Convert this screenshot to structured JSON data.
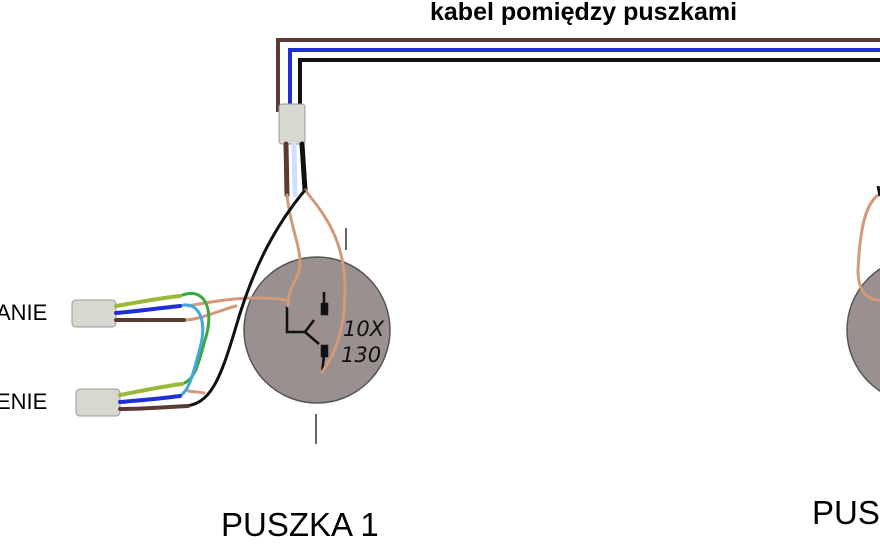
{
  "diagram": {
    "title": "kabel pomiędzy puszkami",
    "cable_top_label": "ANIE",
    "cable_bottom_label": "ENIE",
    "box1_label": "PUSZKA 1",
    "box2_label": "PUS",
    "switch_marking_line1": "10X",
    "switch_marking_line2": "130"
  },
  "colors": {
    "background": "#ffffff",
    "wire_brown": "#5a3a32",
    "wire_blue": "#1f2fd8",
    "wire_black": "#111111",
    "wire_copper": "#d39a7a",
    "wire_green": "#3aa83a",
    "wire_light_blue": "#3fa8e0",
    "switch_body": "#9a9090",
    "cable_sheath": "#d8d8d0"
  },
  "icons": [
    "double-switch-symbol",
    "cable-sheath",
    "junction-box"
  ]
}
